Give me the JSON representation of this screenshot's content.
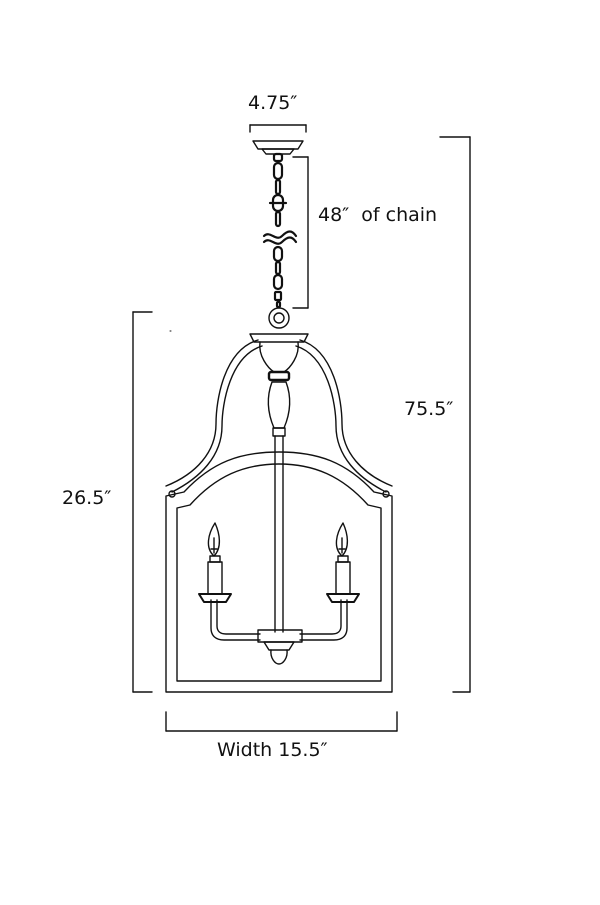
{
  "dimensions": {
    "canopy_width": "4.75″",
    "chain_length": "48″",
    "chain_suffix": "of chain",
    "overall_height": "75.5″",
    "body_height": "26.5″",
    "body_width": "Width 15.5″"
  },
  "colors": {
    "line": "#111111",
    "background": "#ffffff"
  }
}
